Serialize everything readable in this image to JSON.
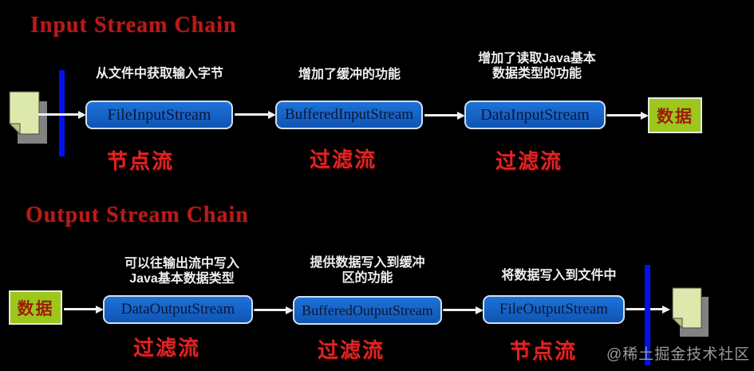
{
  "input_chain": {
    "title": "Input Stream Chain",
    "data_box_label": "数据",
    "nodes": [
      {
        "label": "FileInputStream",
        "desc": "从文件中获取输入字节",
        "desc2": "",
        "type": "节点流"
      },
      {
        "label": "BufferedInputStream",
        "desc": "增加了缓冲的功能",
        "desc2": "",
        "type": "过滤流"
      },
      {
        "label": "DataInputStream",
        "desc": "增加了读取Java基本",
        "desc2": "数据类型的功能",
        "type": "过滤流"
      }
    ]
  },
  "output_chain": {
    "title": "Output Stream Chain",
    "data_box_label": "数据",
    "nodes": [
      {
        "label": "DataOutputStream",
        "desc": "可以往输出流中写入",
        "desc2": "Java基本数据类型",
        "type": "过滤流"
      },
      {
        "label": "BufferedOutputStream",
        "desc": "提供数据写入到缓冲",
        "desc2": "区的功能",
        "type": "过滤流"
      },
      {
        "label": "FileOutputStream",
        "desc": "将数据写入到文件中",
        "desc2": "",
        "type": "节点流"
      }
    ]
  },
  "watermark": "@稀土掘金技术社区",
  "colors": {
    "background": "#000000",
    "title_red": "#b81b1b",
    "type_label_red": "#e02424",
    "node_box_blue": "#1565c9",
    "node_box_border": "#cfe0f2",
    "node_text": "#0a1838",
    "data_box_green": "#9cc71d",
    "data_box_text": "#9e1c08",
    "stream_bar_blue": "#0212ee",
    "desc_text": "#efefef",
    "doc_fill": "#dde8ac",
    "doc_shadow": "#828282",
    "watermark_gray": "#9a9a9a"
  }
}
